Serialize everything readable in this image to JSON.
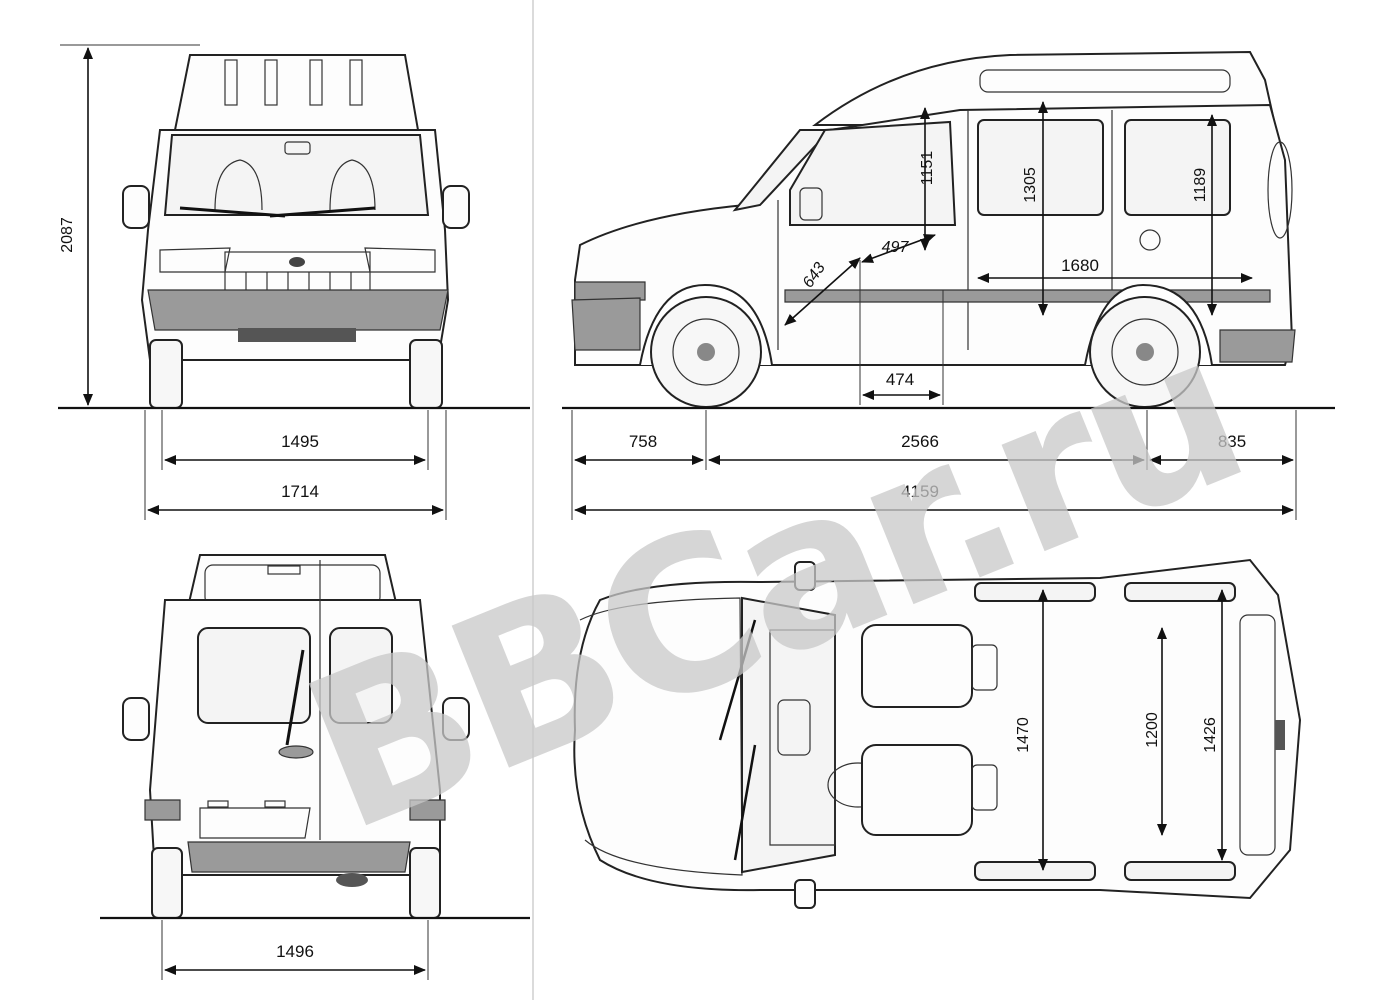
{
  "watermark": "BBCar.ru",
  "dimensions": {
    "front_height": "2087",
    "front_track": "1495",
    "front_width": "1714",
    "rear_track": "1496",
    "front_overhang": "758",
    "wheelbase": "2566",
    "rear_overhang": "835",
    "overall_length": "4159",
    "door_window_height": "1151",
    "door_opening_diag": "643",
    "door_width_diag": "497",
    "step_width": "474",
    "sliding_door_height": "1305",
    "cargo_length": "1680",
    "rear_inner_height": "1189",
    "interior_width": "1470",
    "wheelarch_width": "1200",
    "rear_interior_width": "1426"
  }
}
